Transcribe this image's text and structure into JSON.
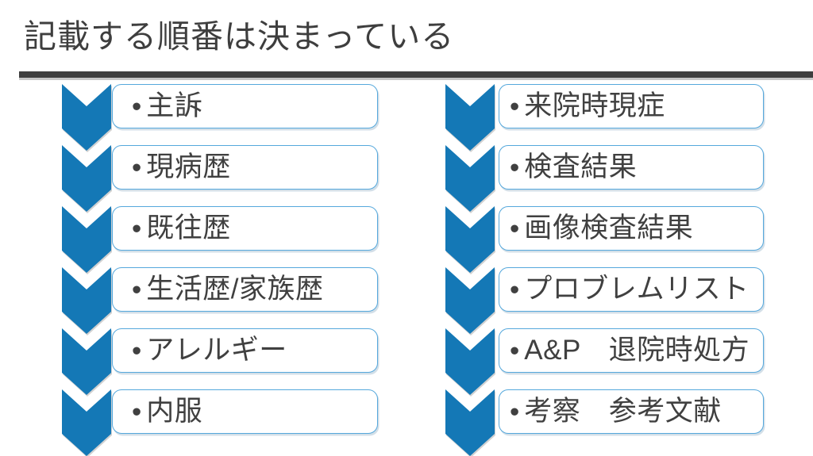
{
  "slide": {
    "title": "記載する順番は決まっている",
    "bullet": "•",
    "colors": {
      "accent": "#1478B6",
      "box_border": "#55A8DC",
      "text": "#404040",
      "title_text": "#3E3E3E",
      "divider": "#3F3F3F",
      "background": "#FFFFFF"
    },
    "columns": [
      {
        "name": "left",
        "items": [
          {
            "label": "主訴"
          },
          {
            "label": "現病歴"
          },
          {
            "label": "既往歴"
          },
          {
            "label": "生活歴/家族歴"
          },
          {
            "label": "アレルギー"
          },
          {
            "label": "内服"
          }
        ]
      },
      {
        "name": "right",
        "items": [
          {
            "label": "来院時現症"
          },
          {
            "label": "検査結果"
          },
          {
            "label": "画像検査結果"
          },
          {
            "label": "プロブレムリスト"
          },
          {
            "label": "A&P　退院時処方"
          },
          {
            "label": "考察　参考文献"
          }
        ]
      }
    ]
  }
}
